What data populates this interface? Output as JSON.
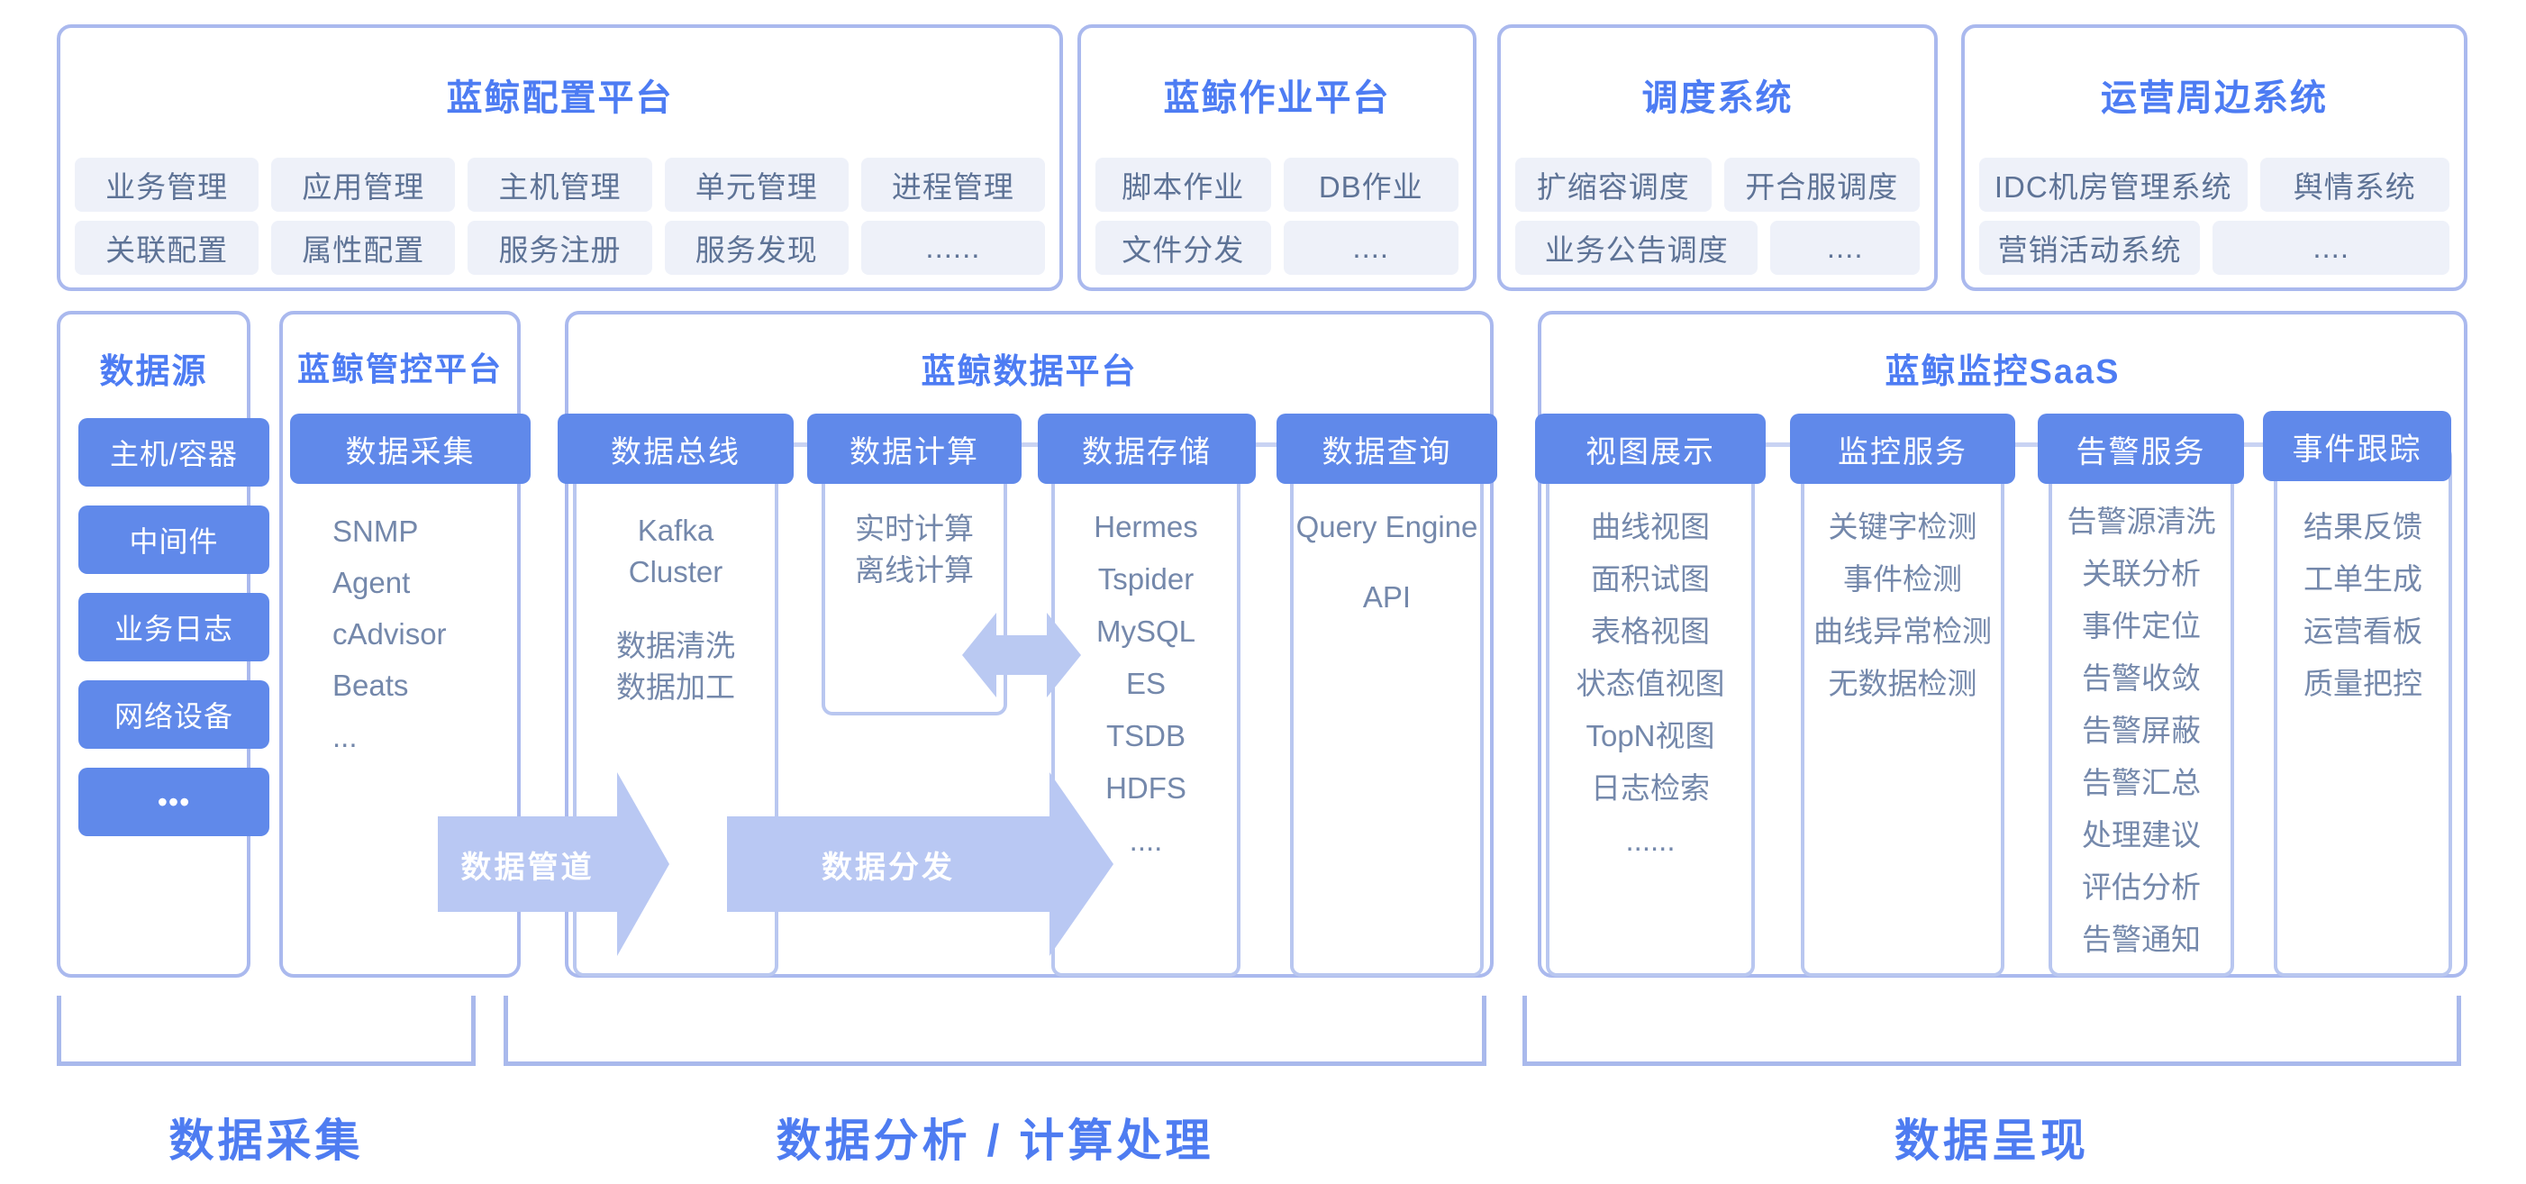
{
  "colors": {
    "title_blue": "#4d7cf3",
    "header_blue": "#6089ea",
    "tag_bg": "#eef1f9",
    "tag_text": "#5e7396",
    "body_text": "#7488ab",
    "outer_border": "#aab9ee",
    "inner_border": "#b9c7f0",
    "arrow_fill": "#b9c8f3",
    "bracket": "#a9b9ec"
  },
  "top_row": [
    {
      "title": "蓝鲸配置平台",
      "rows": [
        [
          "业务管理",
          "应用管理",
          "主机管理",
          "单元管理",
          "进程管理"
        ],
        [
          "关联配置",
          "属性配置",
          "服务注册",
          "服务发现",
          "......"
        ]
      ]
    },
    {
      "title": "蓝鲸作业平台",
      "rows": [
        [
          "脚本作业",
          "DB作业"
        ],
        [
          "文件分发",
          "...."
        ]
      ]
    },
    {
      "title": "调度系统",
      "rows": [
        [
          "扩缩容调度",
          "开合服调度"
        ],
        [
          "业务公告调度",
          "...."
        ]
      ]
    },
    {
      "title": "运营周边系统",
      "rows": [
        [
          "IDC机房管理系统",
          "舆情系统"
        ],
        [
          "营销活动系统",
          "...."
        ]
      ]
    }
  ],
  "mid_row": {
    "data_source": {
      "title": "数据源",
      "pills": [
        "主机/容器",
        "中间件",
        "业务日志",
        "网络设备",
        "•••"
      ]
    },
    "control_platform": {
      "title": "蓝鲸管控平台",
      "header": "数据采集",
      "items": [
        "SNMP",
        "Agent",
        "cAdvisor",
        "Beats",
        "..."
      ]
    },
    "data_platform": {
      "title": "蓝鲸数据平台",
      "columns": [
        {
          "header": "数据总线",
          "groups": [
            [
              "Kafka",
              "Cluster"
            ],
            [
              "数据清洗",
              "数据加工"
            ]
          ]
        },
        {
          "header": "数据计算",
          "items": [
            "实时计算",
            "离线计算"
          ]
        },
        {
          "header": "数据存储",
          "items": [
            "Hermes",
            "Tspider",
            "MySQL",
            "ES",
            "TSDB",
            "HDFS",
            "...."
          ]
        },
        {
          "header": "数据查询",
          "items": [
            "Query Engine",
            "API"
          ]
        }
      ]
    },
    "monitor_saas": {
      "title": "蓝鲸监控SaaS",
      "columns": [
        {
          "header": "视图展示",
          "items": [
            "曲线视图",
            "面积试图",
            "表格视图",
            "状态值视图",
            "TopN视图",
            "日志检索",
            "......"
          ]
        },
        {
          "header": "监控服务",
          "items": [
            "关键字检测",
            "事件检测",
            "曲线异常检测",
            "无数据检测"
          ]
        },
        {
          "header": "告警服务",
          "items": [
            "告警源清洗",
            "关联分析",
            "事件定位",
            "告警收敛",
            "告警屏蔽",
            "告警汇总",
            "处理建议",
            "评估分析",
            "告警通知"
          ]
        },
        {
          "header": "事件跟踪",
          "items": [
            "结果反馈",
            "工单生成",
            "运营看板",
            "质量把控"
          ]
        }
      ]
    }
  },
  "arrows": {
    "pipeline": "数据管道",
    "distribute": "数据分发"
  },
  "stages": [
    "数据采集",
    "数据分析 / 计算处理",
    "数据呈现"
  ]
}
